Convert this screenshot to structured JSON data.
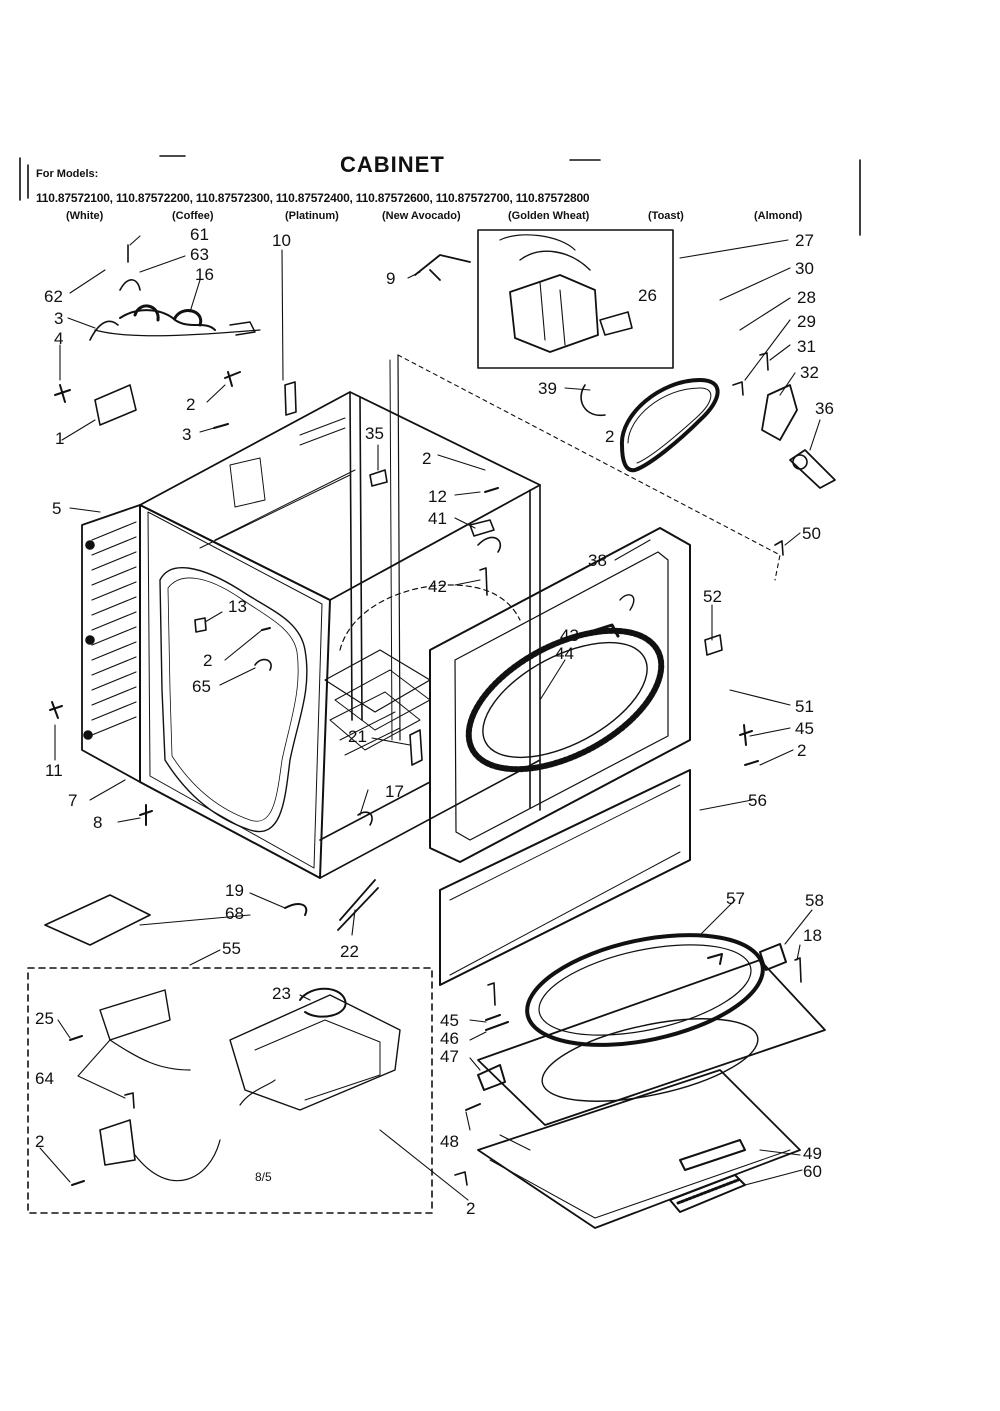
{
  "header": {
    "for_models_label": "For Models:",
    "title": "CABINET",
    "models_line": "110.87572100, 110.87572200, 110.87572300, 110.87572400, 110.87572600, 110.87572700, 110.87572800",
    "colors": [
      "(White)",
      "(Coffee)",
      "(Platinum)",
      "(New Avocado)",
      "(Golden Wheat)",
      "(Toast)",
      "(Almond)"
    ]
  },
  "callouts": [
    {
      "id": "c61",
      "label": "61"
    },
    {
      "id": "c63",
      "label": "63"
    },
    {
      "id": "c16",
      "label": "16"
    },
    {
      "id": "c62",
      "label": "62"
    },
    {
      "id": "c3a",
      "label": "3"
    },
    {
      "id": "c4",
      "label": "4"
    },
    {
      "id": "c1",
      "label": "1"
    },
    {
      "id": "c10",
      "label": "10"
    },
    {
      "id": "c2a",
      "label": "2"
    },
    {
      "id": "c3b",
      "label": "3"
    },
    {
      "id": "c9",
      "label": "9"
    },
    {
      "id": "c27",
      "label": "27"
    },
    {
      "id": "c30",
      "label": "30"
    },
    {
      "id": "c28",
      "label": "28"
    },
    {
      "id": "c29",
      "label": "29"
    },
    {
      "id": "c31",
      "label": "31"
    },
    {
      "id": "c32",
      "label": "32"
    },
    {
      "id": "c36",
      "label": "36"
    },
    {
      "id": "c26",
      "label": "26"
    },
    {
      "id": "c39",
      "label": "39"
    },
    {
      "id": "c2b",
      "label": "2"
    },
    {
      "id": "c35",
      "label": "35"
    },
    {
      "id": "c2c",
      "label": "2"
    },
    {
      "id": "c12",
      "label": "12"
    },
    {
      "id": "c41",
      "label": "41"
    },
    {
      "id": "c5",
      "label": "5"
    },
    {
      "id": "c38",
      "label": "38"
    },
    {
      "id": "c50",
      "label": "50"
    },
    {
      "id": "c42",
      "label": "42"
    },
    {
      "id": "c13",
      "label": "13"
    },
    {
      "id": "c52",
      "label": "52"
    },
    {
      "id": "c43",
      "label": "43"
    },
    {
      "id": "c2d",
      "label": "2"
    },
    {
      "id": "c65",
      "label": "65"
    },
    {
      "id": "c44",
      "label": "44"
    },
    {
      "id": "c51",
      "label": "51"
    },
    {
      "id": "c45a",
      "label": "45"
    },
    {
      "id": "c2e",
      "label": "2"
    },
    {
      "id": "c11",
      "label": "11"
    },
    {
      "id": "c21",
      "label": "21"
    },
    {
      "id": "c17",
      "label": "17"
    },
    {
      "id": "c56",
      "label": "56"
    },
    {
      "id": "c7",
      "label": "7"
    },
    {
      "id": "c8",
      "label": "8"
    },
    {
      "id": "c19",
      "label": "19"
    },
    {
      "id": "c68",
      "label": "68"
    },
    {
      "id": "c57",
      "label": "57"
    },
    {
      "id": "c58",
      "label": "58"
    },
    {
      "id": "c18",
      "label": "18"
    },
    {
      "id": "c22",
      "label": "22"
    },
    {
      "id": "c55",
      "label": "55"
    },
    {
      "id": "c23",
      "label": "23"
    },
    {
      "id": "c25",
      "label": "25"
    },
    {
      "id": "c45b",
      "label": "45"
    },
    {
      "id": "c46",
      "label": "46"
    },
    {
      "id": "c47",
      "label": "47"
    },
    {
      "id": "c64",
      "label": "64"
    },
    {
      "id": "c48",
      "label": "48"
    },
    {
      "id": "c2f",
      "label": "2"
    },
    {
      "id": "c49",
      "label": "49"
    },
    {
      "id": "c60",
      "label": "60"
    },
    {
      "id": "c2g",
      "label": "2"
    }
  ],
  "footnote": "8/5"
}
